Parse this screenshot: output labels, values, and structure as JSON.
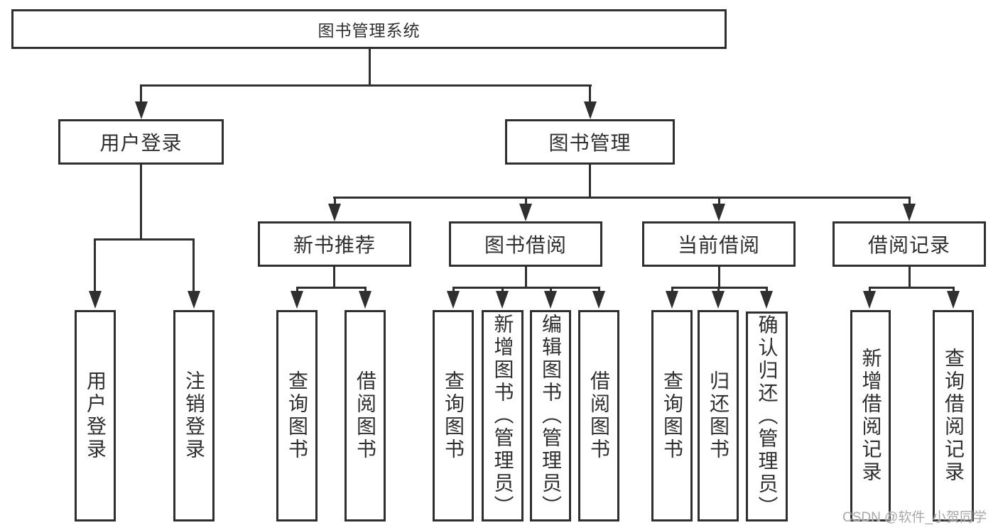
{
  "colors": {
    "line": "#2f2f2f",
    "text": "#2f2f2f",
    "background": "#ffffff",
    "watermark": "#a9a9a9"
  },
  "nodes": {
    "root": {
      "label": "图书管理系统"
    },
    "login": {
      "label": "用户登录"
    },
    "mgmt": {
      "label": "图书管理"
    },
    "rec": {
      "label": "新书推荐"
    },
    "borrow": {
      "label": "图书借阅"
    },
    "current": {
      "label": "当前借阅"
    },
    "records": {
      "label": "借阅记录"
    },
    "login_user": {
      "label": "用户登录"
    },
    "login_logout": {
      "label": "注销登录"
    },
    "rec_query": {
      "label": "查询图书"
    },
    "rec_borrow": {
      "label": "借阅图书"
    },
    "borrow_query": {
      "label": "查询图书"
    },
    "borrow_add": {
      "label": "新增图书（管理员）"
    },
    "borrow_edit": {
      "label": "编辑图书（管理员）"
    },
    "borrow_lend": {
      "label": "借阅图书"
    },
    "current_query": {
      "label": "查询图书"
    },
    "current_return": {
      "label": "归还图书"
    },
    "current_confirm": {
      "label": "确认归还（管理员）"
    },
    "records_add": {
      "label": "新增借阅记录"
    },
    "records_query": {
      "label": "查询借阅记录"
    }
  },
  "hierarchy": {
    "图书管理系统": [
      "用户登录",
      "图书管理"
    ],
    "用户登录": [
      "用户登录",
      "注销登录"
    ],
    "图书管理": [
      "新书推荐",
      "图书借阅",
      "当前借阅",
      "借阅记录"
    ],
    "新书推荐": [
      "查询图书",
      "借阅图书"
    ],
    "图书借阅": [
      "查询图书",
      "新增图书（管理员）",
      "编辑图书（管理员）",
      "借阅图书"
    ],
    "当前借阅": [
      "查询图书",
      "归还图书",
      "确认归还（管理员）"
    ],
    "借阅记录": [
      "新增借阅记录",
      "查询借阅记录"
    ]
  },
  "watermark": {
    "text": "CSDN @软件_小贺同学"
  }
}
